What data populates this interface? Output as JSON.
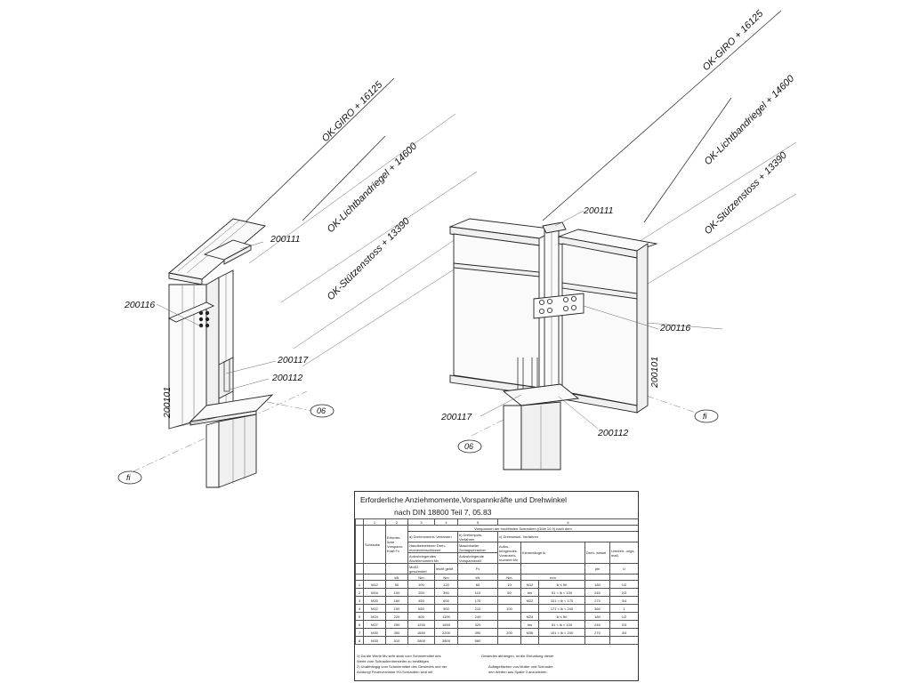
{
  "elevation_labels": {
    "giro": "OK-GIRO + 16125",
    "lichtbandriegel": "OK-Lichtbandriegel + 14600",
    "stuetzenstoss": "OK-Stützenstoss + 13390"
  },
  "part_labels": {
    "p200111": "200111",
    "p200116": "200116",
    "p200117": "200117",
    "p200112": "200112",
    "p200101": "200101"
  },
  "bubbles": {
    "b06": "06",
    "bfi": "fi"
  },
  "table": {
    "title_line1": "Erforderliche Anziehmomente,Vorspannkräfte und Drehwinkel",
    "title_line2": "nach DIN 18800 Teil 7, 05.83",
    "col_numbers": [
      "1",
      "2",
      "3",
      "4",
      "5",
      "6"
    ],
    "header_vorspannen": "Vorspannen der hochfesten Schrauben (Güte 10.9) nach dem",
    "header_schraube": "Schraube",
    "header_kraft": "Erforder- liche Vorspann- Kraft Fv",
    "header_a": "a) Drehmoment- Verfahren",
    "header_b": "b) Drehimpuls- Verfahren",
    "header_c": "c) Drehwinkel- Verfahren",
    "header_hand": "Handbetriebener Dreh- momentenschlüssel",
    "header_masch": "Maschineller Schlagschrauber",
    "header_aufzu": "Aufzubringendes Anziehmoment Mv",
    "header_aufzu2": "Aufzubringende Vorspannkraft",
    "header_aufzu3": "Aufzu- bringendes Voranzieh- moment Mv",
    "header_klemm": "Klemmlänge lk",
    "header_dreh": "Dreh- winkel",
    "header_umdreh": "Umdreh- ungs- maß",
    "header_mos2": "MoS2 geschmiert",
    "header_leicht": "leicht geölt",
    "header_fv": "Fv",
    "header_phi": "phi",
    "header_u": "U",
    "units": [
      "kN",
      "Nm",
      "Nm",
      "kN",
      "Nm",
      "mm"
    ],
    "rows": [
      [
        "1",
        "M12",
        "50",
        "100",
        "120",
        "60",
        "10",
        "M12",
        "lk ≤ 50",
        "180",
        "1/2"
      ],
      [
        "2",
        "M16",
        "100",
        "250",
        "350",
        "110",
        "50",
        "bis",
        "51 < lk < 100",
        "240",
        "2/3"
      ],
      [
        "3",
        "M20",
        "160",
        "450",
        "600",
        "175",
        "",
        "M22",
        "101 < lk < 170",
        "270",
        "3/4"
      ],
      [
        "4",
        "M22",
        "190",
        "650",
        "900",
        "210",
        "100",
        "",
        "171 < lk < 240",
        "360",
        "1"
      ],
      [
        "5",
        "M24",
        "220",
        "800",
        "1100",
        "240",
        "",
        "M24",
        "lk ≤ 50",
        "180",
        "1/2"
      ],
      [
        "6",
        "M27",
        "290",
        "1250",
        "1650",
        "320",
        "",
        "bis",
        "51 < lk < 100",
        "240",
        "2/3"
      ],
      [
        "7",
        "M30",
        "350",
        "1650",
        "2200",
        "390",
        "200",
        "M36",
        "101 < lk < 240",
        "270",
        "3/4"
      ],
      [
        "8",
        "M33",
        "510",
        "2800",
        "3800",
        "560",
        "",
        "",
        "",
        "",
        ""
      ]
    ],
    "note1_a": "1) Da die Werte Mv sehr stark vom Schmiermittel des",
    "note1_b": "Werte vom Schraubenhersteller zu bestätigen.",
    "note2_a": "2) Unabhängig vom Schmiermittel des Gewindes und der",
    "note2_b": "Achtung! Feuerverzinkte HV-Schrauben sind mit",
    "note_r1": "Gewindes abhängen, ist die Einhaltung dieser",
    "note_r2": "Auflageflächen von Mutter und Schraube.",
    "note_r3": "den Werten aus Spalte 3 anzuziehen."
  }
}
